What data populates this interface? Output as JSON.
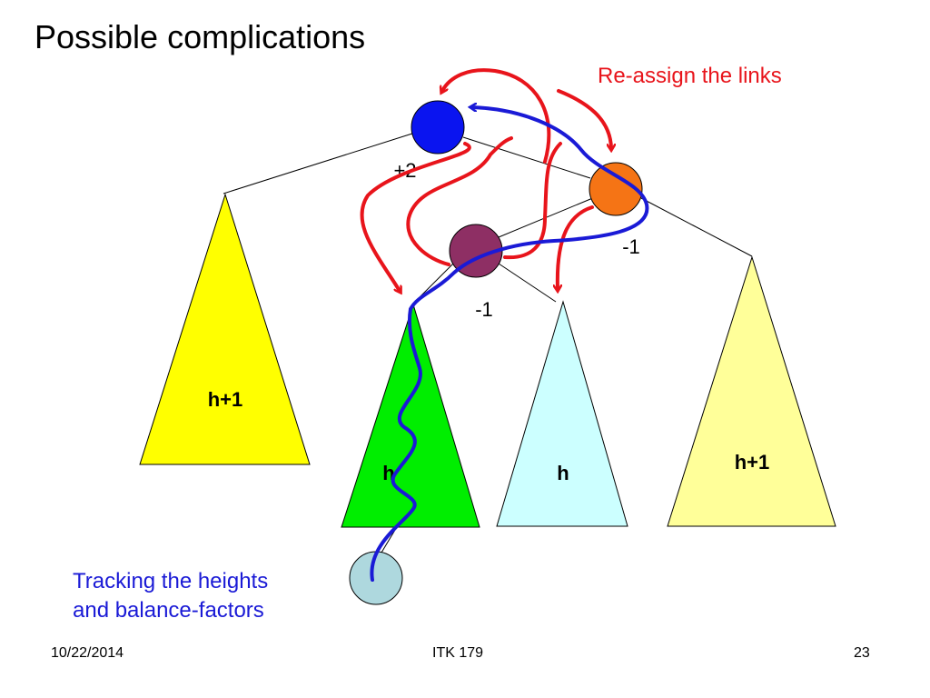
{
  "slide": {
    "title": "Possible complications",
    "annotation_red": "Re-assign the links",
    "annotation_blue": [
      "Tracking the heights",
      "and balance-factors"
    ],
    "colors": {
      "red_arrow": "#e8141b",
      "blue_path": "#1a1ad6",
      "root_node": "#0a14f0",
      "right_child_node": "#f57415",
      "middle_node": "#8e2f64",
      "inserted_node": "#aed8de",
      "left_subtree": "#ffff00",
      "green_subtree": "#00ee00",
      "cyan_subtree": "#ccffff",
      "right_subtree": "#ffff99"
    }
  },
  "tree": {
    "nodes": [
      {
        "id": "root",
        "balance": "+2"
      },
      {
        "id": "right-child",
        "balance": "-1"
      },
      {
        "id": "middle",
        "balance": "-1"
      },
      {
        "id": "inserted",
        "balance": ""
      }
    ],
    "subtrees": [
      {
        "id": "left",
        "label": "h+1"
      },
      {
        "id": "green",
        "label": "h"
      },
      {
        "id": "cyan",
        "label": "h"
      },
      {
        "id": "right",
        "label": "h+1"
      }
    ]
  },
  "footer": {
    "date": "10/22/2014",
    "course": "ITK 179",
    "page": "23"
  }
}
